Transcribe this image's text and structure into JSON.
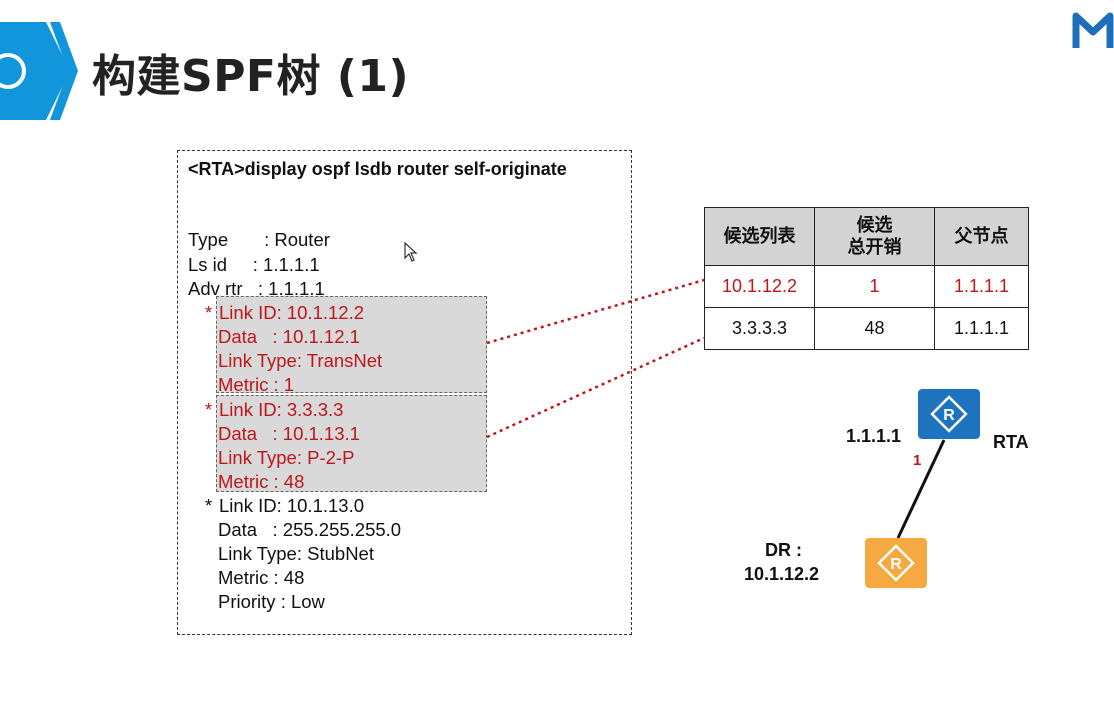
{
  "slide": {
    "title": "构建SPF树 (1)"
  },
  "terminal": {
    "command": "<RTA>display ospf lsdb router self-originate",
    "header_lines": [
      "Type       : Router",
      "Ls id     : 1.1.1.1",
      "Adv rtr   : 1.1.1.1"
    ],
    "links": [
      {
        "marker": "*",
        "lines": [
          "Link ID: 10.1.12.2",
          "Data   : 10.1.12.1",
          "Link Type: TransNet",
          "Metric : 1"
        ],
        "highlight": true
      },
      {
        "marker": "*",
        "lines": [
          "Link ID: 3.3.3.3",
          "Data   : 10.1.13.1",
          "Link Type: P-2-P",
          "Metric : 48"
        ],
        "highlight": true
      },
      {
        "marker": "*",
        "lines": [
          "Link ID: 10.1.13.0",
          "Data   : 255.255.255.0",
          "Link Type: StubNet",
          "Metric : 48",
          "Priority : Low"
        ],
        "highlight": false
      }
    ]
  },
  "candidate_table": {
    "headers": [
      "候选列表",
      "候选\n总开销",
      "父节点"
    ],
    "rows": [
      {
        "cells": [
          "10.1.12.2",
          "1",
          "1.1.1.1"
        ],
        "highlight": true
      },
      {
        "cells": [
          "3.3.3.3",
          "48",
          "1.1.1.1"
        ],
        "highlight": false
      }
    ]
  },
  "topology": {
    "rta_ip": "1.1.1.1",
    "rta_name": "RTA",
    "link_cost": "1",
    "dr_label_1": "DR :",
    "dr_label_2": "10.1.12.2",
    "router_glyph": "R"
  },
  "colors": {
    "accent_blue": "#1e73be",
    "router_orange": "#f5a940",
    "highlight_red": "#c0161b"
  }
}
